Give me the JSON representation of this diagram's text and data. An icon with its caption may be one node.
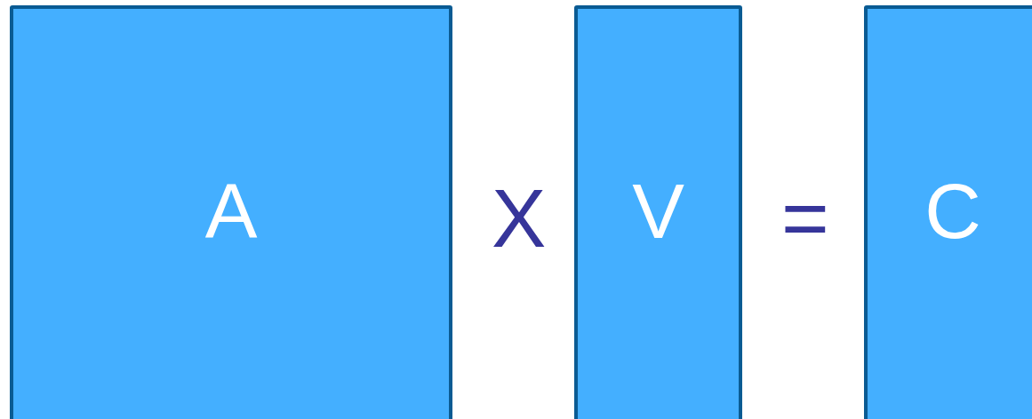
{
  "diagram": {
    "nodes": [
      {
        "text": [
          "A"
        ]
      },
      {
        "text": [
          "V"
        ]
      },
      {
        "text": [
          "C"
        ]
      }
    ],
    "labels": [
      "X",
      "="
    ]
  }
}
